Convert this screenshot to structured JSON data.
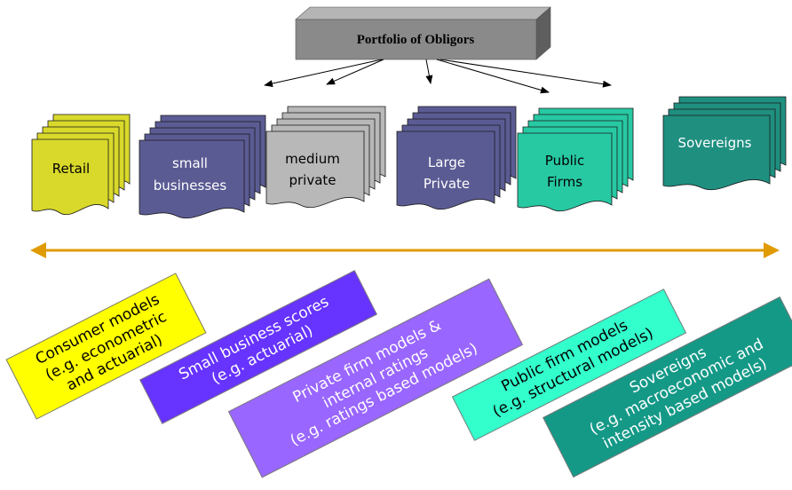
{
  "header": {
    "title": "Portfolio of Obligors"
  },
  "segments": [
    {
      "lines": [
        "Retail"
      ],
      "fill": "#d9d92b",
      "text_color": "#000000"
    },
    {
      "lines": [
        "small",
        "businesses"
      ],
      "fill": "#5b5b94",
      "text_color": "#ffffff"
    },
    {
      "lines": [
        "medium",
        "private"
      ],
      "fill": "#b8b8b8",
      "text_color": "#000000"
    },
    {
      "lines": [
        "Large",
        "Private"
      ],
      "fill": "#5b5b94",
      "text_color": "#ffffff"
    },
    {
      "lines": [
        "Public",
        "Firms"
      ],
      "fill": "#27c9a3",
      "text_color": "#000000"
    },
    {
      "lines": [
        "Sovereigns"
      ],
      "fill": "#1f8f80",
      "text_color": "#ffffff"
    }
  ],
  "models": [
    {
      "lines": [
        "Consumer models",
        "(e.g. econometric",
        "and actuarial)"
      ],
      "fill": "#ffff00",
      "color": "#000000"
    },
    {
      "lines": [
        "Small business scores",
        "(e.g. actuarial)"
      ],
      "fill": "#6633ff",
      "color": "#ffffff"
    },
    {
      "lines": [
        "Private firm models &",
        "internal ratings",
        "(e.g. ratings based models)"
      ],
      "fill": "#9966ff",
      "color": "#ffffff"
    },
    {
      "lines": [
        "Public firm models",
        "(e.g. structural models)"
      ],
      "fill": "#33ffcc",
      "color": "#000000"
    },
    {
      "lines": [
        "Sovereigns",
        "(e.g. macroeconomic and",
        "intensity based models)"
      ],
      "fill": "#149987",
      "color": "#ffffff"
    }
  ],
  "colors": {
    "axis_arrow": "#e09b00",
    "header_box": "#8a8a8a"
  }
}
